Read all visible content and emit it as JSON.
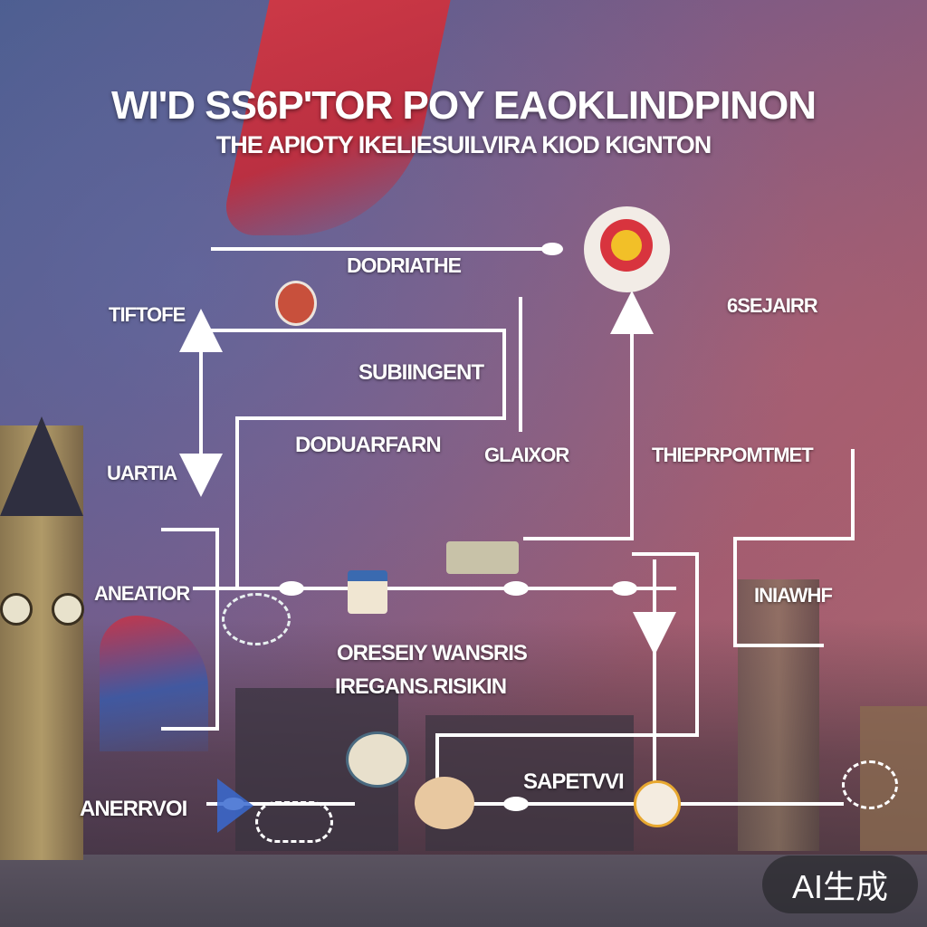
{
  "title": "WI'D SS6P'TOR POY EAOKLINDPINON",
  "subtitle": "THE APIOTY IKELIESUILVIRA KIOD KIGNTON",
  "labels": {
    "top": "DODRIATHE",
    "tiftoe": "TIFTOFE",
    "subingent": "SUBIINGENT",
    "ssejairr": "6SEJAIRR",
    "uartia": "UARTIA",
    "doduarfarn": "DODUARFARN",
    "glasor": "GLAIXOR",
    "thieprpomtmet": "THIEPRPOMTMET",
    "aneatior": "ANEATIOR",
    "iniawhf": "INIAWHF",
    "oresey": "ORESEIY WANSRIS",
    "iregans": "IREGANS.RISIKIN",
    "sapetvvi": "SAPETVVI",
    "anerrvol": "ANERRVOI"
  },
  "watermark": "AI生成",
  "colors": {
    "line": "#ffffff",
    "flag_red": "#d8343e",
    "flag_blue": "#3a5aa8",
    "target_yellow": "#f2c028"
  }
}
